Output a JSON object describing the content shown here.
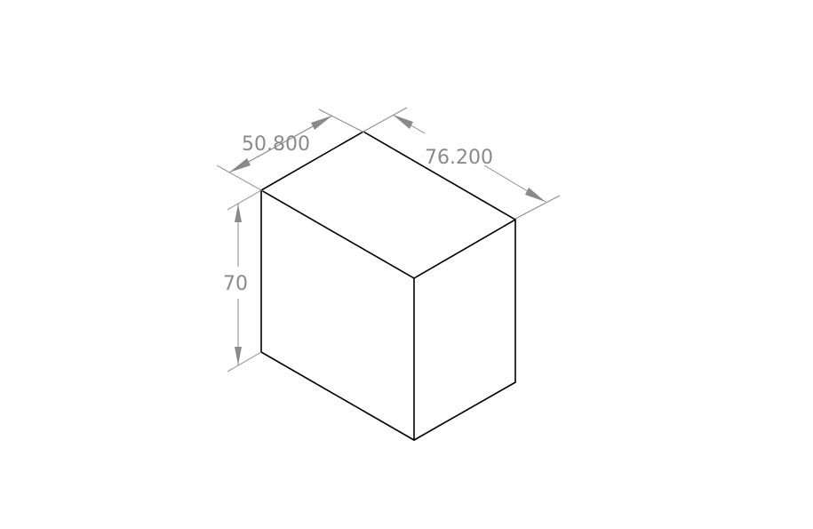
{
  "drawing": {
    "dimensions": {
      "depth": "50.800",
      "width": "76.200",
      "height": "70"
    },
    "colors": {
      "edge": "#000000",
      "dimension": "#8a8a8a",
      "background": "#ffffff"
    }
  }
}
